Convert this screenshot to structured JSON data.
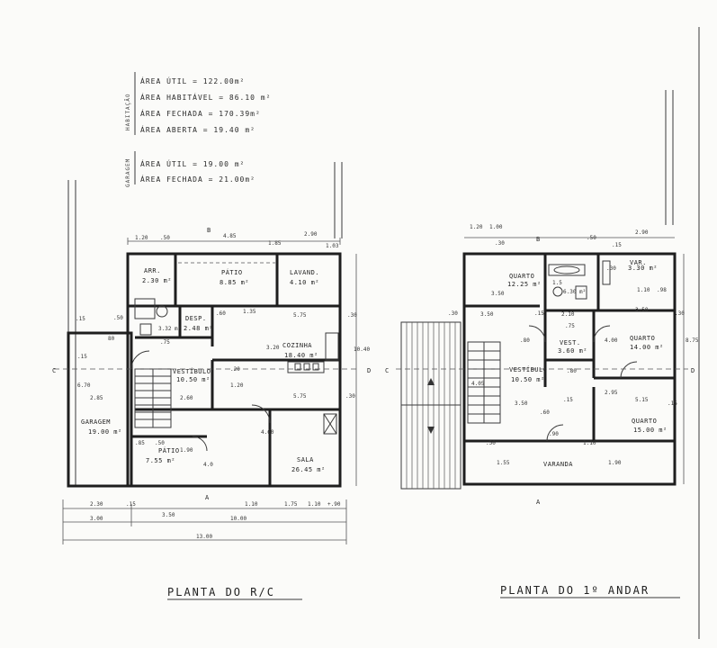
{
  "areas": {
    "habitacao_label": "HABITAÇÃO",
    "garagem_label": "GARAGEM",
    "area_util": "ÁREA ÚTIL = 122.00m²",
    "area_habitavel": "ÁREA HABITÁVEL = 86.10 m²",
    "area_fechada": "ÁREA FECHADA = 170.39m²",
    "area_aberta": "ÁREA ABERTA = 19.40 m²",
    "garagem_area_util": "ÁREA ÚTIL = 19.00 m²",
    "garagem_area_fechada": "ÁREA FECHADA = 21.00m²"
  },
  "ground_floor": {
    "title": "PLANTA DO R/C",
    "rooms": {
      "arr": "ARR.",
      "arr_area": "2.30 m²",
      "patio_top": "PÁTIO",
      "patio_top_area": "8.85 m²",
      "lavand": "LAVAND.",
      "lavand_area": "4.10 m²",
      "ws_area": "3.32 m²",
      "desp": "DESP.",
      "desp_area": "2.48 m²",
      "cozinha": "COZINHA",
      "cozinha_area": "18.40 m²",
      "vestibulo": "VESTÍBULO",
      "vestibulo_area": "10.50 m²",
      "garagem": "GARAGEM",
      "garagem_area": "19.00 m²",
      "patio_bottom": "PÁTIO",
      "patio_bottom_area": "7.55 m²",
      "sala": "SALA",
      "sala_area": "26.45 m²"
    },
    "dims": {
      "d_1_20": "1.20",
      "d_50a": ".50",
      "d_4_85": "4.85",
      "d_1_85": "1.85",
      "d_2_90": "2.90",
      "d_1_03": "1.03",
      "d_15a": ".15",
      "d_50b": ".50",
      "d_80": "80",
      "d_75": ".75",
      "d_15b": ".15",
      "d_30a": ".30",
      "d_5_75a": "5.75",
      "d_10_40": "10.40",
      "d_3_20": "3.20",
      "d_2_85": "2.85",
      "d_2_60": "2.60",
      "d_5_75b": "5.75",
      "d_30b": ".30",
      "d_6_70": "6.70",
      "d_4_60": "4.60",
      "d_85": ".85",
      "d_50c": ".50",
      "d_90": "1.90",
      "d_4_0": "4.0",
      "d_2_30": "2.30",
      "d_15c": ".15",
      "d_1_10": "1.10",
      "d_1_75": "1.75",
      "d_1_10b": "1.10",
      "d_90b": "+.90",
      "d_3_00": "3.00",
      "d_3_50": "3.50",
      "d_10_00": "10.00",
      "d_13_00": "13.00",
      "d_20": ".20",
      "d_1_20b": "1.20",
      "d_1_35": "1.35",
      "d_60": ".60"
    },
    "cut_labels": {
      "b_top": "B",
      "c_left": "C",
      "d_right": "D",
      "a_bottom": "A"
    }
  },
  "first_floor": {
    "title": "PLANTA DO 1º ANDAR",
    "rooms": {
      "quarto1": "QUARTO",
      "quarto1_area": "12.25 m²",
      "wc_area": "6.30 m²",
      "var": "VAR.",
      "var_area": "3.30 m²",
      "vest": "VEST.",
      "vest_area": "3.60 m²",
      "quarto2": "QUARTO",
      "quarto2_area": "14.00 m²",
      "vestibulo": "VESTÍBULO",
      "vestibulo_area": "10.50 m²",
      "quarto3": "QUARTO",
      "quarto3_area": "15.00 m²",
      "varanda": "VARANDA"
    },
    "dims": {
      "d_1_20": "1.20",
      "d_1_00": "1.00",
      "d_30a": ".30",
      "d_2_90": "2.90",
      "d_15a": ".15",
      "d_50": ".50",
      "d_3_50a": "3.50",
      "d_3_50b": "3.50",
      "d_30b": ".30",
      "d_15b": ".15",
      "d_2_10": "2.10",
      "d_3_50c": "3.50",
      "d_30c": ".30",
      "d_8_75": "8.75",
      "d_4_00": "4.00",
      "d_1_10": "1.10",
      "d_98": ".98",
      "d_80a": ".80",
      "d_80b": ".80",
      "d_4_05": "4.05",
      "d_15c": ".15",
      "d_3_50d": "3.50",
      "d_2_95": "2.95",
      "d_5_15": "5.15",
      "d_15d": ".15",
      "d_50b": ".50",
      "d_1_55": "1.55",
      "d_1_10b": "1.10",
      "d_1_90": "1.90",
      "d_1_5": "1.5",
      "d_75": ".75",
      "d_60": ".60",
      "d_90": ".90",
      "d_30d": ".30"
    },
    "cut_labels": {
      "b_top": "B",
      "c_left": "C",
      "d_right": "D",
      "a_bottom": "A"
    }
  }
}
